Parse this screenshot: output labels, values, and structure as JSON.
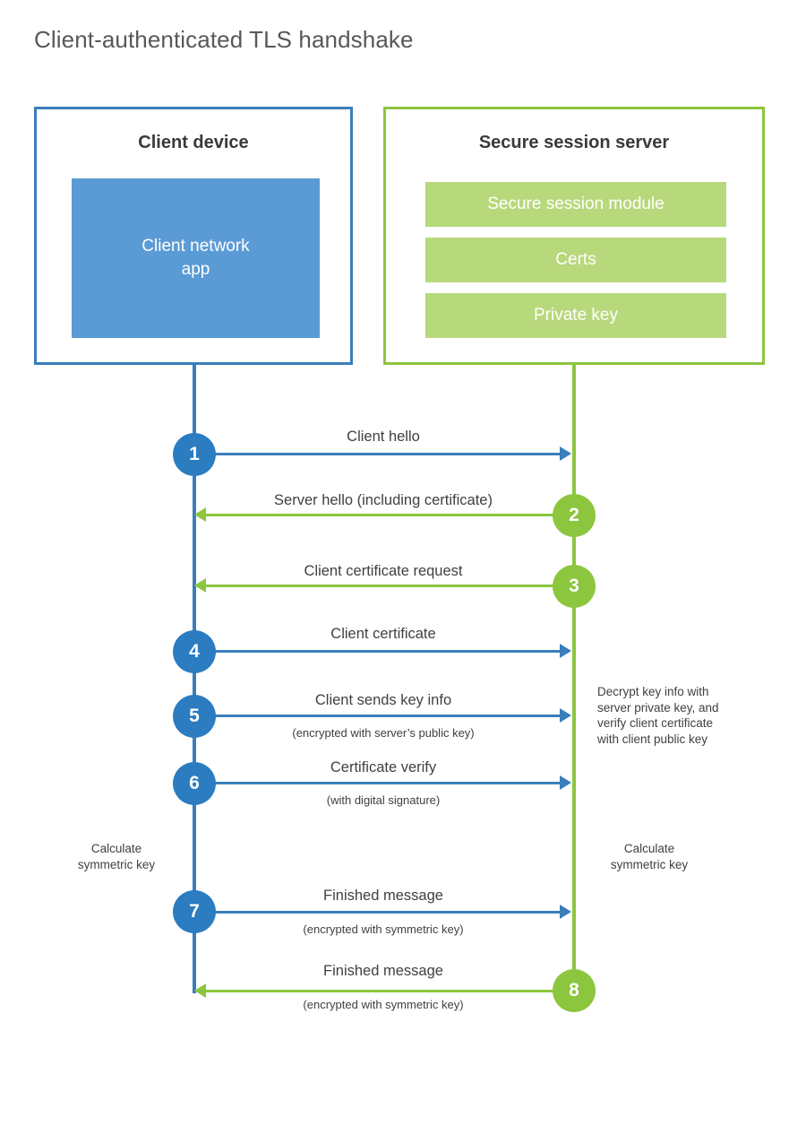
{
  "title": "Client-authenticated TLS handshake",
  "colors": {
    "client_blue": "#3a7ebc",
    "client_app_fill": "#5b9bd5",
    "server_green": "#8cc63f",
    "server_bar_fill": "#b8d87c",
    "step_circle_blue": "#2b7cc0",
    "text": "#404040",
    "title_text": "#585858"
  },
  "client": {
    "title": "Client device",
    "app_label": "Client network\napp",
    "app_label_line1": "Client network",
    "app_label_line2": "app",
    "note": {
      "line1": "Calculate",
      "line2": "symmetric key"
    }
  },
  "server": {
    "title": "Secure session server",
    "bars": [
      {
        "label": "Secure session module"
      },
      {
        "label": "Certs"
      },
      {
        "label": "Private key"
      }
    ],
    "decrypt_note": {
      "line1": "Decrypt key info with",
      "line2": "server private key, and",
      "line3": "verify client certificate",
      "line4": "with client public key"
    },
    "note": {
      "line1": "Calculate",
      "line2": "symmetric key"
    }
  },
  "steps": [
    {
      "number": "1",
      "label": "Client hello",
      "sublabel": "",
      "direction": "client-to-server",
      "color": "blue"
    },
    {
      "number": "2",
      "label": "Server hello (including certificate)",
      "sublabel": "",
      "direction": "server-to-client",
      "color": "green"
    },
    {
      "number": "3",
      "label": "Client certificate request",
      "sublabel": "",
      "direction": "server-to-client",
      "color": "green"
    },
    {
      "number": "4",
      "label": "Client certificate",
      "sublabel": "",
      "direction": "client-to-server",
      "color": "blue"
    },
    {
      "number": "5",
      "label": "Client sends key info",
      "sublabel": "(encrypted with server’s public key)",
      "direction": "client-to-server",
      "color": "blue"
    },
    {
      "number": "6",
      "label": "Certificate verify",
      "sublabel": "(with digital signature)",
      "direction": "client-to-server",
      "color": "blue"
    },
    {
      "number": "7",
      "label": "Finished message",
      "sublabel": "(encrypted with symmetric key)",
      "direction": "client-to-server",
      "color": "blue"
    },
    {
      "number": "8",
      "label": "Finished message",
      "sublabel": "(encrypted with symmetric key)",
      "direction": "server-to-client",
      "color": "green"
    }
  ]
}
